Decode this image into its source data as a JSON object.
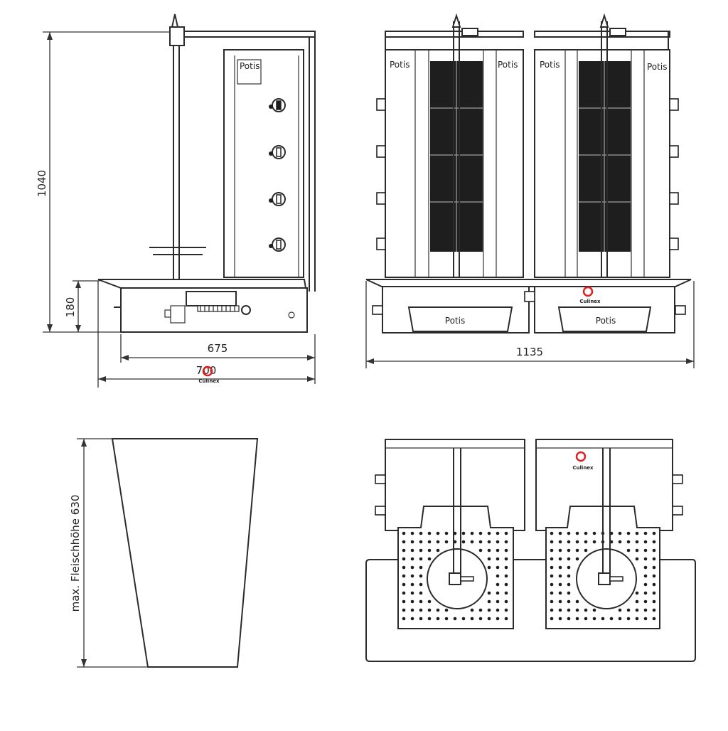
{
  "dimensions": {
    "height_total": "1040",
    "height_base": "180",
    "depth_inner": "675",
    "depth_outer": "700",
    "width_total": "1135",
    "meat_height": "max. Fleischhöhe 630"
  },
  "branding": {
    "panel_label": "Potis",
    "drawer_label": "Potis",
    "watermark": "Culinex"
  },
  "colors": {
    "line": "#2b2b2b",
    "logo_red": "#e02020"
  }
}
